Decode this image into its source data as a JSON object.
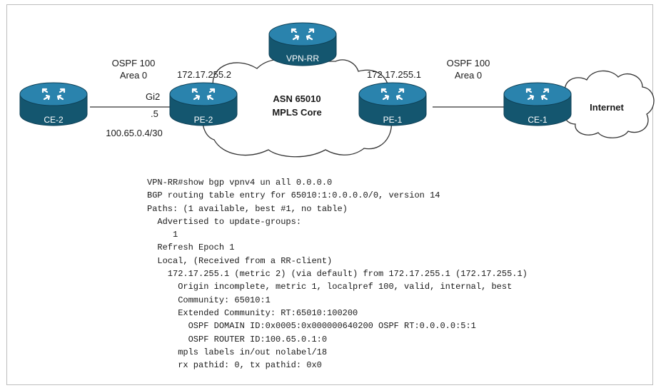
{
  "routers": [
    {
      "id": "ce2",
      "label": "CE-2"
    },
    {
      "id": "pe2",
      "label": "PE-2"
    },
    {
      "id": "vpnrr",
      "label": "VPN-RR"
    },
    {
      "id": "pe1",
      "label": "PE-1"
    },
    {
      "id": "ce1",
      "label": "CE-1"
    }
  ],
  "labels": {
    "ospf_left": "OSPF 100",
    "area_left": "Area 0",
    "pe2_ip": "172.17.255.2",
    "interface": "Gi2",
    "host_octet": ".5",
    "subnet": "100.65.0.4/30",
    "asn": "ASN 65010",
    "core": "MPLS Core",
    "pe1_ip": "172.17.255.1",
    "ospf_right": "OSPF 100",
    "area_right": "Area 0",
    "internet": "Internet"
  },
  "cli_output": [
    "VPN-RR#show bgp vpnv4 un all 0.0.0.0",
    "BGP routing table entry for 65010:1:0.0.0.0/0, version 14",
    "Paths: (1 available, best #1, no table)",
    "  Advertised to update-groups:",
    "     1",
    "  Refresh Epoch 1",
    "  Local, (Received from a RR-client)",
    "    172.17.255.1 (metric 2) (via default) from 172.17.255.1 (172.17.255.1)",
    "      Origin incomplete, metric 1, localpref 100, valid, internal, best",
    "      Community: 65010:1",
    "      Extended Community: RT:65010:100200",
    "        OSPF DOMAIN ID:0x0005:0x000000640200 OSPF RT:0.0.0.0:5:1",
    "        OSPF ROUTER ID:100.65.0.1:0",
    "      mpls labels in/out nolabel/18",
    "      rx pathid: 0, tx pathid: 0x0"
  ],
  "colors": {
    "router_top": "#2a83ad",
    "router_side": "#14566f",
    "router_edge": "#0d3f55",
    "link": "#555555"
  }
}
